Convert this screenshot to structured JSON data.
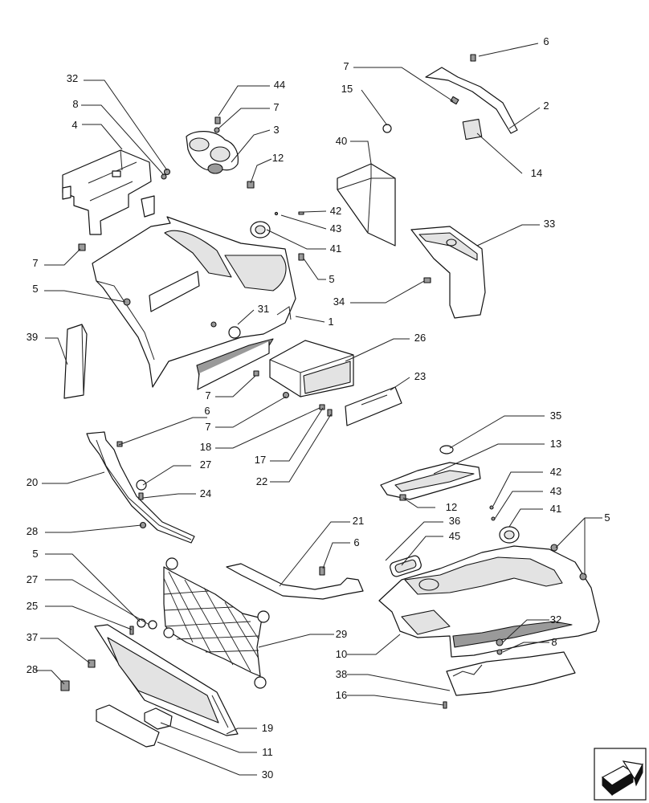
{
  "callouts": [
    {
      "id": "c-6a",
      "label": "6"
    },
    {
      "id": "c-7a",
      "label": "7"
    },
    {
      "id": "c-2",
      "label": "2"
    },
    {
      "id": "c-15",
      "label": "15"
    },
    {
      "id": "c-14",
      "label": "14"
    },
    {
      "id": "c-32a",
      "label": "32"
    },
    {
      "id": "c-44",
      "label": "44"
    },
    {
      "id": "c-7b",
      "label": "7"
    },
    {
      "id": "c-8a",
      "label": "8"
    },
    {
      "id": "c-3",
      "label": "3"
    },
    {
      "id": "c-4",
      "label": "4"
    },
    {
      "id": "c-12a",
      "label": "12"
    },
    {
      "id": "c-40",
      "label": "40"
    },
    {
      "id": "c-42a",
      "label": "42"
    },
    {
      "id": "c-43a",
      "label": "43"
    },
    {
      "id": "c-33",
      "label": "33"
    },
    {
      "id": "c-41a",
      "label": "41"
    },
    {
      "id": "c-7c",
      "label": "7"
    },
    {
      "id": "c-5a",
      "label": "5"
    },
    {
      "id": "c-5b",
      "label": "5"
    },
    {
      "id": "c-34",
      "label": "34"
    },
    {
      "id": "c-31",
      "label": "31"
    },
    {
      "id": "c-1",
      "label": "1"
    },
    {
      "id": "c-39",
      "label": "39"
    },
    {
      "id": "c-26",
      "label": "26"
    },
    {
      "id": "c-23",
      "label": "23"
    },
    {
      "id": "c-7d",
      "label": "7"
    },
    {
      "id": "c-7e",
      "label": "7"
    },
    {
      "id": "c-6b",
      "label": "6"
    },
    {
      "id": "c-18",
      "label": "18"
    },
    {
      "id": "c-35",
      "label": "35"
    },
    {
      "id": "c-17",
      "label": "17"
    },
    {
      "id": "c-13",
      "label": "13"
    },
    {
      "id": "c-27a",
      "label": "27"
    },
    {
      "id": "c-22",
      "label": "22"
    },
    {
      "id": "c-42b",
      "label": "42"
    },
    {
      "id": "c-20",
      "label": "20"
    },
    {
      "id": "c-24",
      "label": "24"
    },
    {
      "id": "c-43b",
      "label": "43"
    },
    {
      "id": "c-12b",
      "label": "12"
    },
    {
      "id": "c-41b",
      "label": "41"
    },
    {
      "id": "c-5c",
      "label": "5"
    },
    {
      "id": "c-21",
      "label": "21"
    },
    {
      "id": "c-36",
      "label": "36"
    },
    {
      "id": "c-28a",
      "label": "28"
    },
    {
      "id": "c-45",
      "label": "45"
    },
    {
      "id": "c-6c",
      "label": "6"
    },
    {
      "id": "c-5d",
      "label": "5"
    },
    {
      "id": "c-27b",
      "label": "27"
    },
    {
      "id": "c-32b",
      "label": "32"
    },
    {
      "id": "c-25",
      "label": "25"
    },
    {
      "id": "c-29",
      "label": "29"
    },
    {
      "id": "c-8b",
      "label": "8"
    },
    {
      "id": "c-37",
      "label": "37"
    },
    {
      "id": "c-10",
      "label": "10"
    },
    {
      "id": "c-38",
      "label": "38"
    },
    {
      "id": "c-28b",
      "label": "28"
    },
    {
      "id": "c-16",
      "label": "16"
    },
    {
      "id": "c-19",
      "label": "19"
    },
    {
      "id": "c-11",
      "label": "11"
    },
    {
      "id": "c-30",
      "label": "30"
    }
  ],
  "nav_icon": "next-page-arrow-icon"
}
